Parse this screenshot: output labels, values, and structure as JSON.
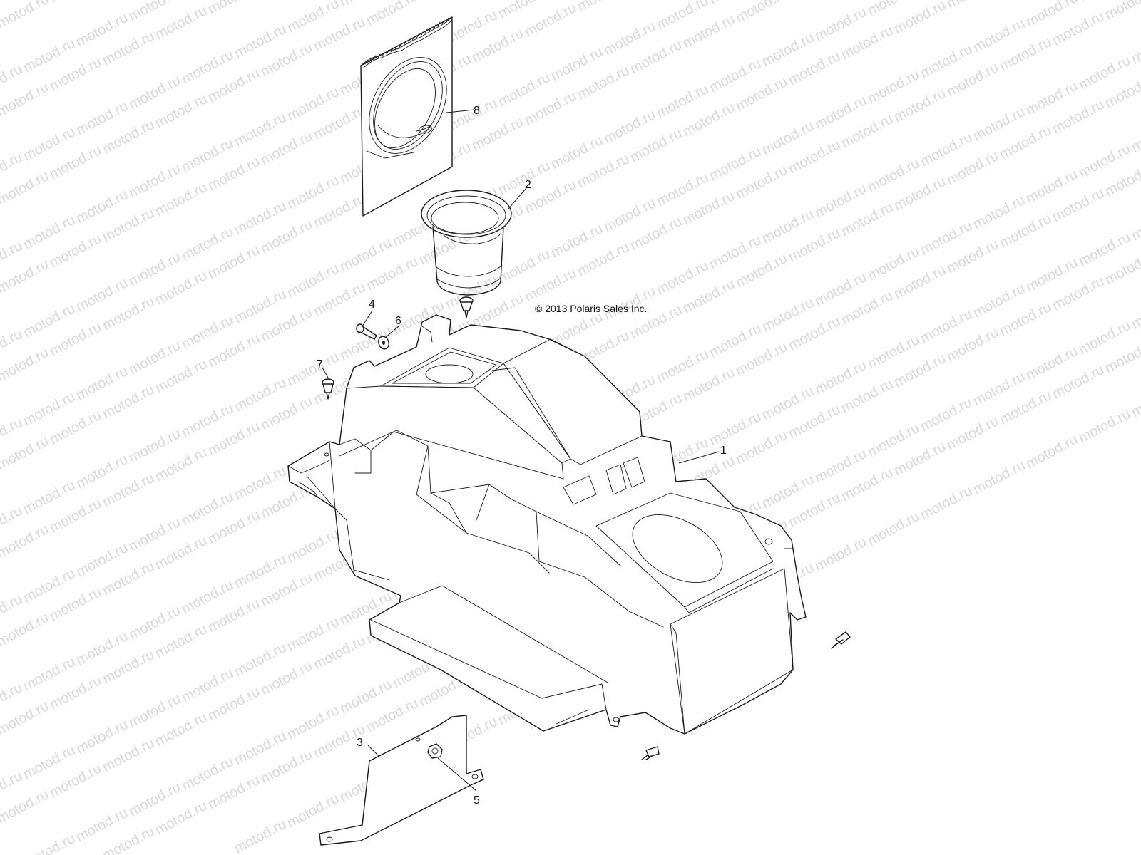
{
  "watermark": {
    "text": "motod.ru"
  },
  "copyright": {
    "text": "© 2013 Polaris Sales Inc."
  },
  "callouts": [
    {
      "id": "1",
      "label": "1"
    },
    {
      "id": "2",
      "label": "2"
    },
    {
      "id": "3",
      "label": "3"
    },
    {
      "id": "4",
      "label": "4"
    },
    {
      "id": "5",
      "label": "5"
    },
    {
      "id": "6",
      "label": "6"
    },
    {
      "id": "7",
      "label": "7"
    },
    {
      "id": "8",
      "label": "8"
    }
  ],
  "parts": [
    {
      "callout": "1",
      "name": "console-body"
    },
    {
      "callout": "2",
      "name": "cup-holder"
    },
    {
      "callout": "3",
      "name": "bracket-plate"
    },
    {
      "callout": "4",
      "name": "bolt"
    },
    {
      "callout": "5",
      "name": "nut"
    },
    {
      "callout": "6",
      "name": "washer"
    },
    {
      "callout": "7",
      "name": "push-rivet"
    },
    {
      "callout": "8",
      "name": "instruction-sheet"
    }
  ]
}
